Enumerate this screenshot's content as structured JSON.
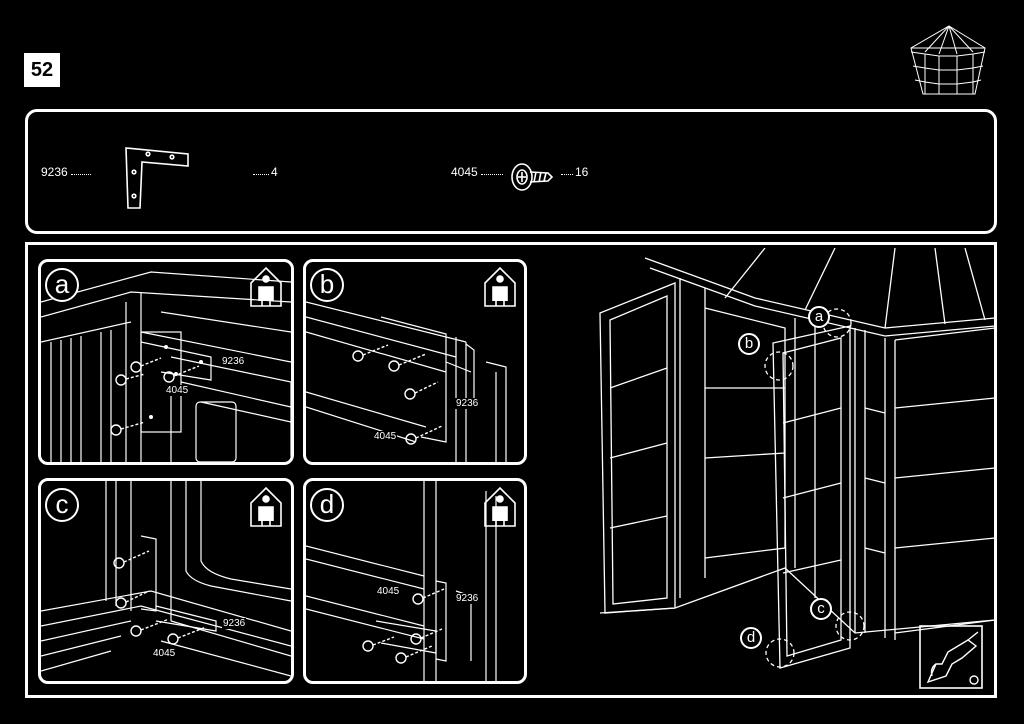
{
  "step": {
    "number": "52"
  },
  "parts_list": {
    "items": [
      {
        "code": "9236",
        "quantity": "4",
        "icon": "corner-bracket-icon"
      },
      {
        "code": "4045",
        "quantity": "16",
        "icon": "screw-icon"
      }
    ]
  },
  "details": {
    "a": {
      "label": "a",
      "parts": [
        "9236",
        "4045"
      ]
    },
    "b": {
      "label": "b",
      "parts": [
        "9236",
        "4045"
      ]
    },
    "c": {
      "label": "c",
      "parts": [
        "9236",
        "4045"
      ]
    },
    "d": {
      "label": "d",
      "parts": [
        "4045",
        "9236"
      ]
    }
  },
  "overview": {
    "callouts": [
      "a",
      "b",
      "c",
      "d"
    ]
  },
  "icons": {
    "person": "two-person-house-icon",
    "drill": "drill-icon"
  },
  "colors": {
    "background": "#000000",
    "line": "#ffffff"
  }
}
